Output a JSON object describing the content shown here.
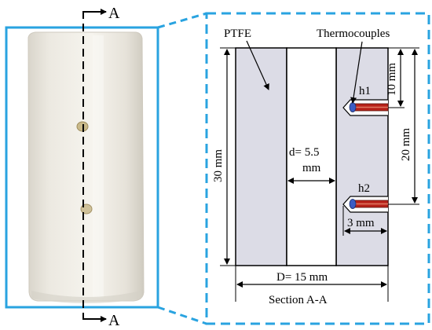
{
  "photo": {
    "section_marker_top": "A",
    "section_marker_bottom": "A"
  },
  "section": {
    "material_label": "PTFE",
    "sensor_label": "Thermocouples",
    "hole_labels": [
      "h1",
      "h2"
    ],
    "height_label": "30 mm",
    "inner_diameter_label_line1": "d= 5.5",
    "inner_diameter_label_line2": "mm",
    "outer_diameter_label": "D= 15 mm",
    "title": "Section A-A",
    "h1_depth_label": "10 mm",
    "h2_depth_label": "20 mm",
    "insertion_depth_label": "3 mm"
  },
  "colors": {
    "frame_blue": "#29a3e0",
    "ptfe_fill": "#dcdce6",
    "thermocouple_red": "#b8231a",
    "thermocouple_tip": "#3b5cc4",
    "cylinder_white": "#f1eee6"
  }
}
